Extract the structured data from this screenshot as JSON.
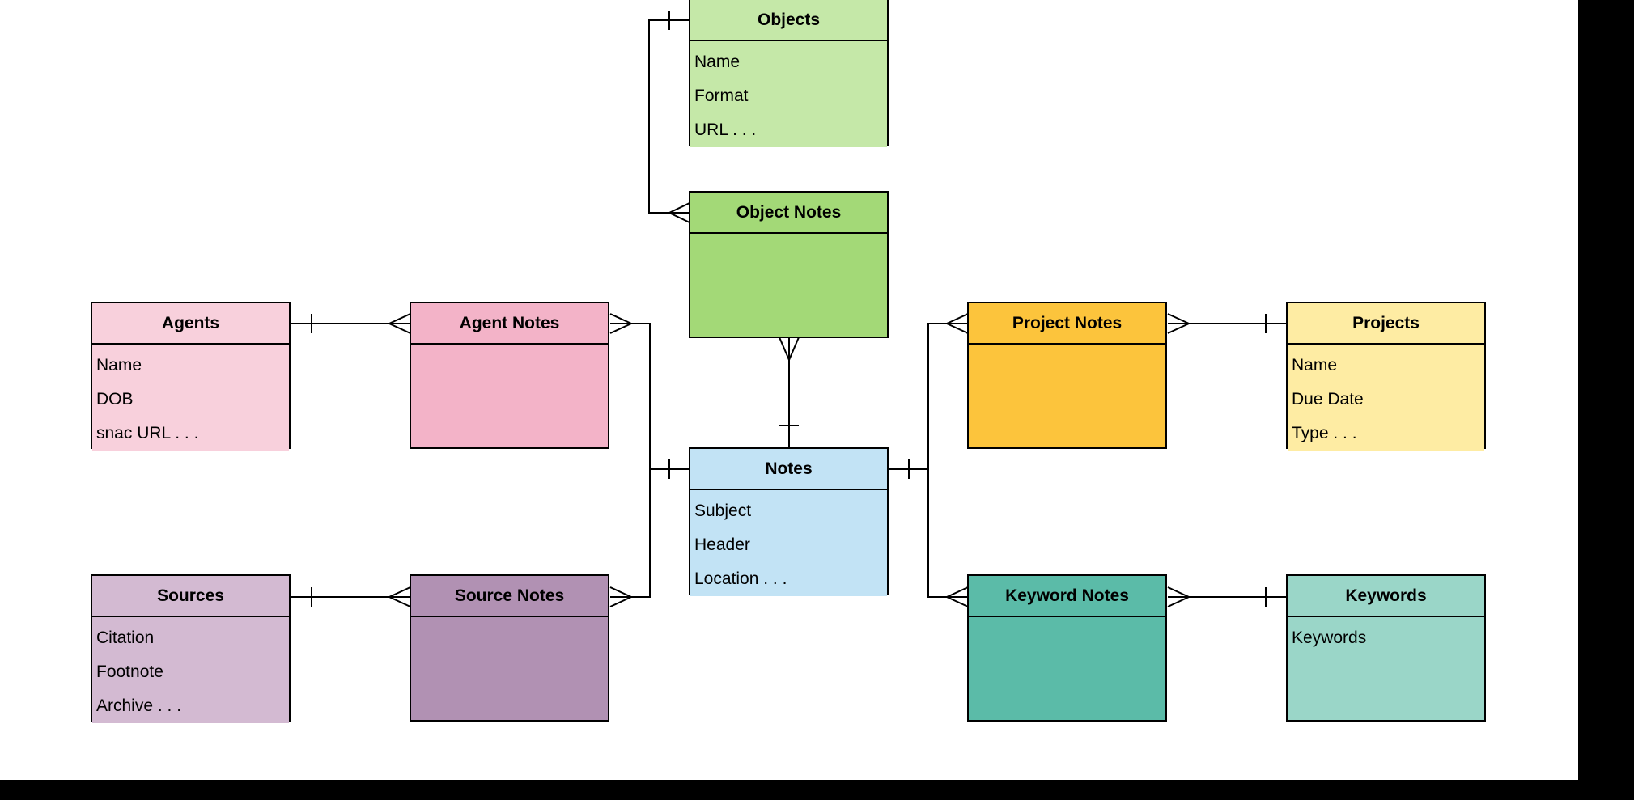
{
  "entities": {
    "objects": {
      "title": "Objects",
      "attributes": [
        "Name",
        "Format",
        "URL . . ."
      ],
      "header_color": "#c5e8a8",
      "body_color": "#c5e8a8"
    },
    "object_notes": {
      "title": "Object Notes",
      "attributes": [],
      "header_color": "#a3d977",
      "body_color": "#a3d977"
    },
    "agents": {
      "title": "Agents",
      "attributes": [
        "Name",
        "DOB",
        "snac URL . . ."
      ],
      "header_color": "#f8d0dc",
      "body_color": "#f8d0dc"
    },
    "agent_notes": {
      "title": "Agent Notes",
      "attributes": [],
      "header_color": "#f3b3c8",
      "body_color": "#f3b3c8"
    },
    "notes": {
      "title": "Notes",
      "attributes": [
        "Subject",
        "Header",
        "Location . . ."
      ],
      "header_color": "#c2e3f5",
      "body_color": "#c2e3f5"
    },
    "project_notes": {
      "title": "Project Notes",
      "attributes": [],
      "header_color": "#fcc43c",
      "body_color": "#fcc43c"
    },
    "projects": {
      "title": "Projects",
      "attributes": [
        "Name",
        "Due Date",
        "Type . . ."
      ],
      "header_color": "#feeca3",
      "body_color": "#feeca3"
    },
    "sources": {
      "title": "Sources",
      "attributes": [
        "Citation",
        "Footnote",
        "Archive . . ."
      ],
      "header_color": "#d3bad2",
      "body_color": "#d3bad2"
    },
    "source_notes": {
      "title": "Source Notes",
      "attributes": [],
      "header_color": "#b191b3",
      "body_color": "#b191b3"
    },
    "keyword_notes": {
      "title": "Keyword Notes",
      "attributes": [],
      "header_color": "#5bbba8",
      "body_color": "#5bbba8"
    },
    "keywords": {
      "title": "Keywords",
      "attributes": [
        "Keywords"
      ],
      "header_color": "#9ad6c8",
      "body_color": "#9ad6c8"
    }
  },
  "relationships": [
    {
      "from": "objects",
      "to": "object_notes",
      "from_end": "one",
      "to_end": "many"
    },
    {
      "from": "object_notes",
      "to": "notes",
      "from_end": "many",
      "to_end": "one"
    },
    {
      "from": "agents",
      "to": "agent_notes",
      "from_end": "one",
      "to_end": "many"
    },
    {
      "from": "agent_notes",
      "to": "notes",
      "from_end": "many",
      "to_end": "one"
    },
    {
      "from": "sources",
      "to": "source_notes",
      "from_end": "one",
      "to_end": "many"
    },
    {
      "from": "source_notes",
      "to": "notes",
      "from_end": "many",
      "to_end": "one"
    },
    {
      "from": "notes",
      "to": "project_notes",
      "from_end": "one",
      "to_end": "many"
    },
    {
      "from": "project_notes",
      "to": "projects",
      "from_end": "many",
      "to_end": "one"
    },
    {
      "from": "notes",
      "to": "keyword_notes",
      "from_end": "one",
      "to_end": "many"
    },
    {
      "from": "keyword_notes",
      "to": "keywords",
      "from_end": "many",
      "to_end": "one"
    }
  ]
}
